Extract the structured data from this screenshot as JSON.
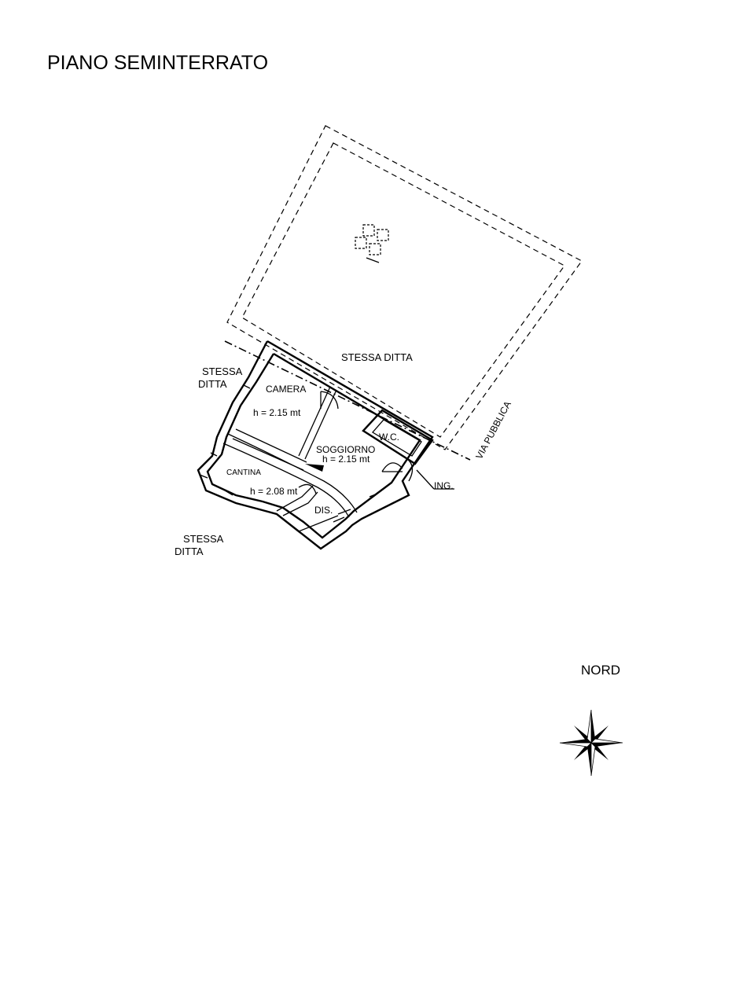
{
  "title": "PIANO SEMINTERRATO",
  "labels": {
    "stessa_ditta_top": "STESSA DITTA",
    "stessa_ditta_left_1": "STESSA",
    "stessa_ditta_left_2": "DITTA",
    "stessa_ditta_bottom_1": "STESSA",
    "stessa_ditta_bottom_2": "DITTA",
    "via_pubblica": "VIA PUBBLICA",
    "ingresso": "ING."
  },
  "rooms": {
    "camera": {
      "name": "CAMERA",
      "height": "h = 2.15 mt"
    },
    "soggiorno": {
      "name": "SOGGIORNO",
      "height": "h = 2.15 mt"
    },
    "wc": {
      "name": "W.C."
    },
    "cantina": {
      "name": "CANTINA",
      "height": "h = 2.08 mt"
    },
    "disimpegno": {
      "name": "DIS."
    }
  },
  "compass": {
    "label": "NORD",
    "icon": "compass-rose-icon"
  },
  "colors": {
    "ink": "#000000",
    "paper": "#ffffff"
  }
}
